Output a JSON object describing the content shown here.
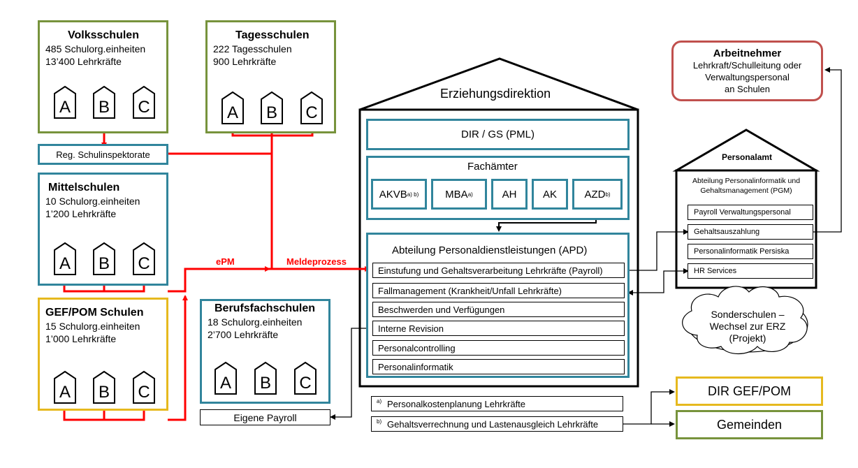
{
  "volksschulen": {
    "title": "Volksschulen",
    "line1": "485 Schulorg.einheiten",
    "line2": "13’400 Lehrkräfte"
  },
  "tagesschulen": {
    "title": "Tagesschulen",
    "line1": "222 Tagesschulen",
    "line2": "900 Lehrkräfte"
  },
  "reg_inspektorate": "Reg. Schulinspektorate",
  "mittelschulen": {
    "title": "Mittelschulen",
    "line1": "10 Schulorg.einheiten",
    "line2": "1’200 Lehrkräfte"
  },
  "gefpom_schulen": {
    "title": "GEF/POM Schulen",
    "line1": "15 Schulorg.einheiten",
    "line2": "1’000 Lehrkräfte"
  },
  "berufsfachschulen": {
    "title": "Berufsfachschulen",
    "line1": "18 Schulorg.einheiten",
    "line2": "2’700 Lehrkräfte"
  },
  "eigene_payroll": "Eigene Payroll",
  "house_letters": [
    "A",
    "B",
    "C"
  ],
  "arrows": {
    "epm": "ePM",
    "meldeprozess": "Meldeprozess"
  },
  "erz": {
    "title": "Erziehungsdirektion",
    "dir_gs": "DIR / GS (PML)",
    "fachaemter": "Fachämter",
    "units": [
      {
        "label": "AKVB",
        "sup": "a) b)"
      },
      {
        "label": "MBA",
        "sup": "a)"
      },
      {
        "label": "AH",
        "sup": ""
      },
      {
        "label": "AK",
        "sup": ""
      },
      {
        "label": "AZD",
        "sup": "b)"
      }
    ],
    "apd_title": "Abteilung Personaldienstleistungen (APD)",
    "apd_items": [
      "Einstufung und Gehaltsverarbeitung Lehrkräfte (Payroll)",
      "Fallmanagement (Krankheit/Unfall Lehrkräfte)",
      "Beschwerden und Verfügungen",
      "Interne Revision",
      "Personalcontrolling",
      "Personalinformatik"
    ]
  },
  "footnotes": [
    {
      "mark": "a)",
      "text": "Personalkostenplanung Lehrkräfte"
    },
    {
      "mark": "b)",
      "text": "Gehaltsverrechnung und Lastenausgleich Lehrkräfte"
    }
  ],
  "arbeitnehmer": {
    "title": "Arbeitnehmer",
    "line1": "Lehrkraft/Schulleitung oder",
    "line2": "Verwaltungspersonal",
    "line3": "an Schulen"
  },
  "personalamt": {
    "title": "Personalamt",
    "dept_line1": "Abteilung Personalinformatik und",
    "dept_line2": "Gehaltsmanagement (PGM)",
    "items": [
      "Payroll Verwaltungspersonal",
      "Gehaltsauszahlung",
      "Personalinformatik Persiska",
      "HR Services"
    ]
  },
  "cloud": {
    "line1": "Sonderschulen –",
    "line2": "Wechsel zur ERZ",
    "line3": "(Projekt)"
  },
  "dir_gefpom": "DIR GEF/POM",
  "gemeinden": "Gemeinden",
  "colors": {
    "green": "#77933c",
    "teal": "#31859c",
    "gold": "#e6b91e",
    "red_border": "#c0504d",
    "flow_red": "#ff0000"
  }
}
